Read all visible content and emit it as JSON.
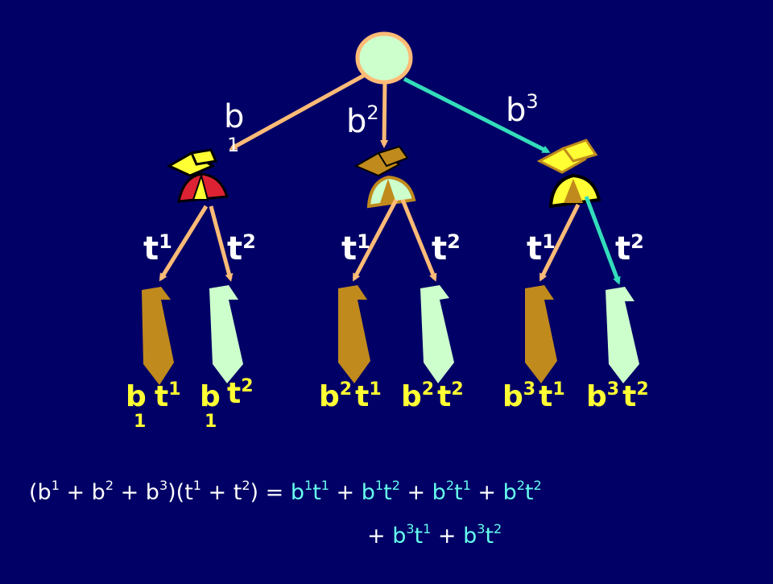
{
  "branch_labels": {
    "b1": {
      "base": "b",
      "sub": "1"
    },
    "b2": {
      "base": "b",
      "sup": "2"
    },
    "b3": {
      "base": "b",
      "sup": "3"
    }
  },
  "t_labels": {
    "t1": {
      "base": "t",
      "sup": "1"
    },
    "t2": {
      "base": "t",
      "sup": "2"
    }
  },
  "leaf_labels": [
    {
      "b": "b",
      "bidx": "1",
      "t": "t",
      "tidx": "1"
    },
    {
      "b": "b",
      "bidx": "1",
      "t": "t",
      "tidx": "2"
    },
    {
      "b": "b",
      "bidx": "2",
      "t": "t",
      "tidx": "1"
    },
    {
      "b": "b",
      "bidx": "2",
      "t": "t",
      "tidx": "2"
    },
    {
      "b": "b",
      "bidx": "3",
      "t": "t",
      "tidx": "1"
    },
    {
      "b": "b",
      "bidx": "3",
      "t": "t",
      "tidx": "2"
    }
  ],
  "equation": {
    "line1": {
      "open": "(b",
      "s1": "1",
      "p1": " + b",
      "s2": "2",
      "p2": " + b",
      "s3": "3",
      "close": ")(t",
      "s4": "1",
      "p3": " + t",
      "s5": "2",
      "eq": ") = ",
      "r1": "b",
      "r1s1": "1",
      "r1t": "t",
      "r1s2": "1",
      "plus1": " + ",
      "r2": "b",
      "r2s1": "1",
      "r2t": "t",
      "r2s2": "2",
      "plus2": " + ",
      "r3": "b",
      "r3s1": "2",
      "r3t": "t",
      "r3s2": "1",
      "plus3": " + ",
      "r4": "b",
      "r4s1": "2",
      "r4t": "t",
      "r4s2": "2"
    },
    "line2": {
      "plus1": "+ ",
      "r5": "b",
      "r5s1": "3",
      "r5t": "t",
      "r5s2": "1",
      "plus2": " + ",
      "r6": "b",
      "r6s1": "3",
      "r6t": "t",
      "r6s2": "2"
    }
  },
  "colors": {
    "background": "#000066",
    "edge_orange": "#ffbb77",
    "edge_cyan": "#33ddbb",
    "root_fill": "#ccffcc",
    "white_text": "#ffffff",
    "yellow_text": "#ffff33",
    "cyan_text": "#66ffee",
    "tie_gold": "#c08a1c",
    "tie_light": "#ccffcc"
  }
}
